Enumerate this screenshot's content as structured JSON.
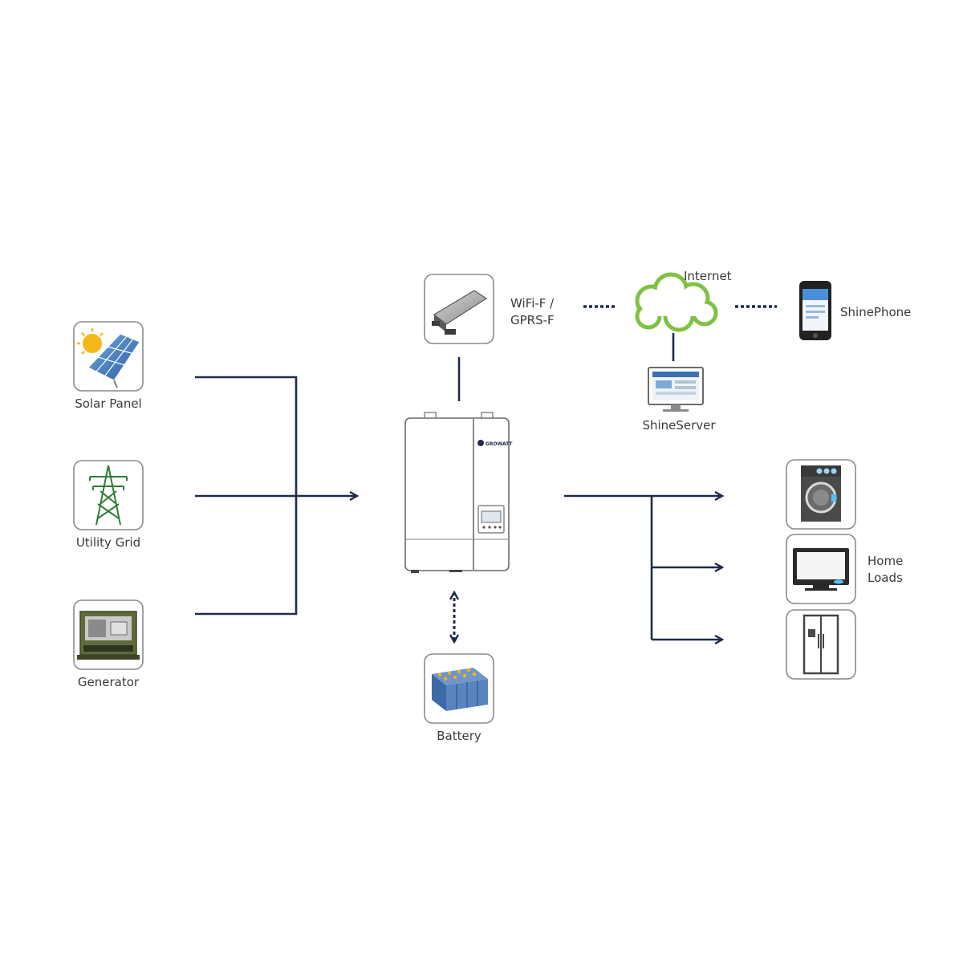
{
  "sources": {
    "solar": {
      "label": "Solar Panel",
      "icon": "solar-panel-icon"
    },
    "grid": {
      "label": "Utility Grid",
      "icon": "power-tower-icon"
    },
    "generator": {
      "label": "Generator",
      "icon": "generator-icon"
    }
  },
  "inverter": {
    "icon": "inverter-icon",
    "brand_mark": "GROWATT"
  },
  "battery": {
    "label": "Battery",
    "icon": "battery-icon"
  },
  "monitoring": {
    "module_label_line1": "WiFi-F /",
    "module_label_line2": "GPRS-F",
    "internet_label": "Internet",
    "phone_label": "ShinePhone",
    "server_label": "ShineServer"
  },
  "loads": {
    "label_line1": "Home",
    "label_line2": "Loads",
    "items": [
      {
        "icon": "washing-machine-icon"
      },
      {
        "icon": "television-icon"
      },
      {
        "icon": "refrigerator-icon"
      }
    ]
  },
  "colors": {
    "wire": "#1f2a4d",
    "box_border": "#8a8a8a",
    "cloud": "#7fc242",
    "text": "#3a3a3a"
  }
}
